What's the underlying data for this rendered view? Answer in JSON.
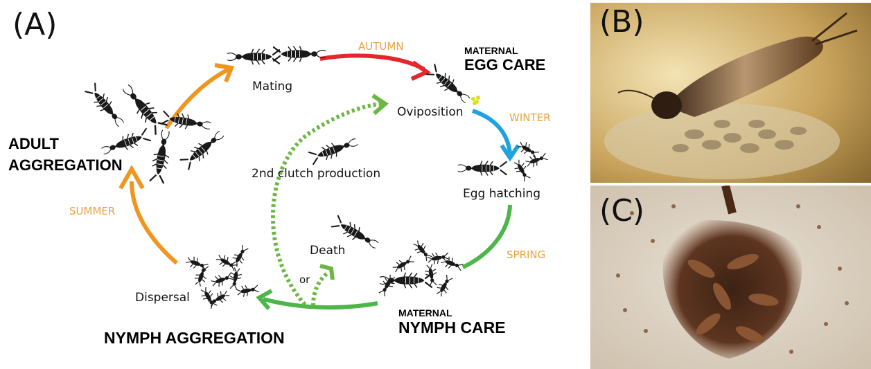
{
  "panels": {
    "a": "(A)",
    "b": "(B)",
    "c": "(C)"
  },
  "stages": {
    "adult_aggregation": [
      "ADULT",
      "AGGREGATION"
    ],
    "egg_care": [
      "MATERNAL",
      "EGG CARE"
    ],
    "nymph_care": [
      "MATERNAL",
      "NYMPH CARE"
    ],
    "nymph_aggregation": "NYMPH AGGREGATION"
  },
  "events": {
    "mating": "Mating",
    "oviposition": "Oviposition",
    "egg_hatching": "Egg hatching",
    "dispersal": "Dispersal",
    "second_clutch": "2nd clutch production",
    "death": "Death",
    "or": "or"
  },
  "seasons": {
    "autumn": "AUTUMN",
    "winter": "WINTER",
    "spring": "SPRING",
    "summer": "SUMMER"
  },
  "colors": {
    "orange": "#f0961e",
    "red": "#e2282d",
    "blue": "#1ea3df",
    "green": "#4cb748",
    "dotted_green": "#6cb744",
    "season_text": "#e8a33b",
    "insect": "#1a1a1a"
  },
  "icons": [
    "earwig-icon",
    "nymph-icon",
    "egg-cluster-icon"
  ]
}
